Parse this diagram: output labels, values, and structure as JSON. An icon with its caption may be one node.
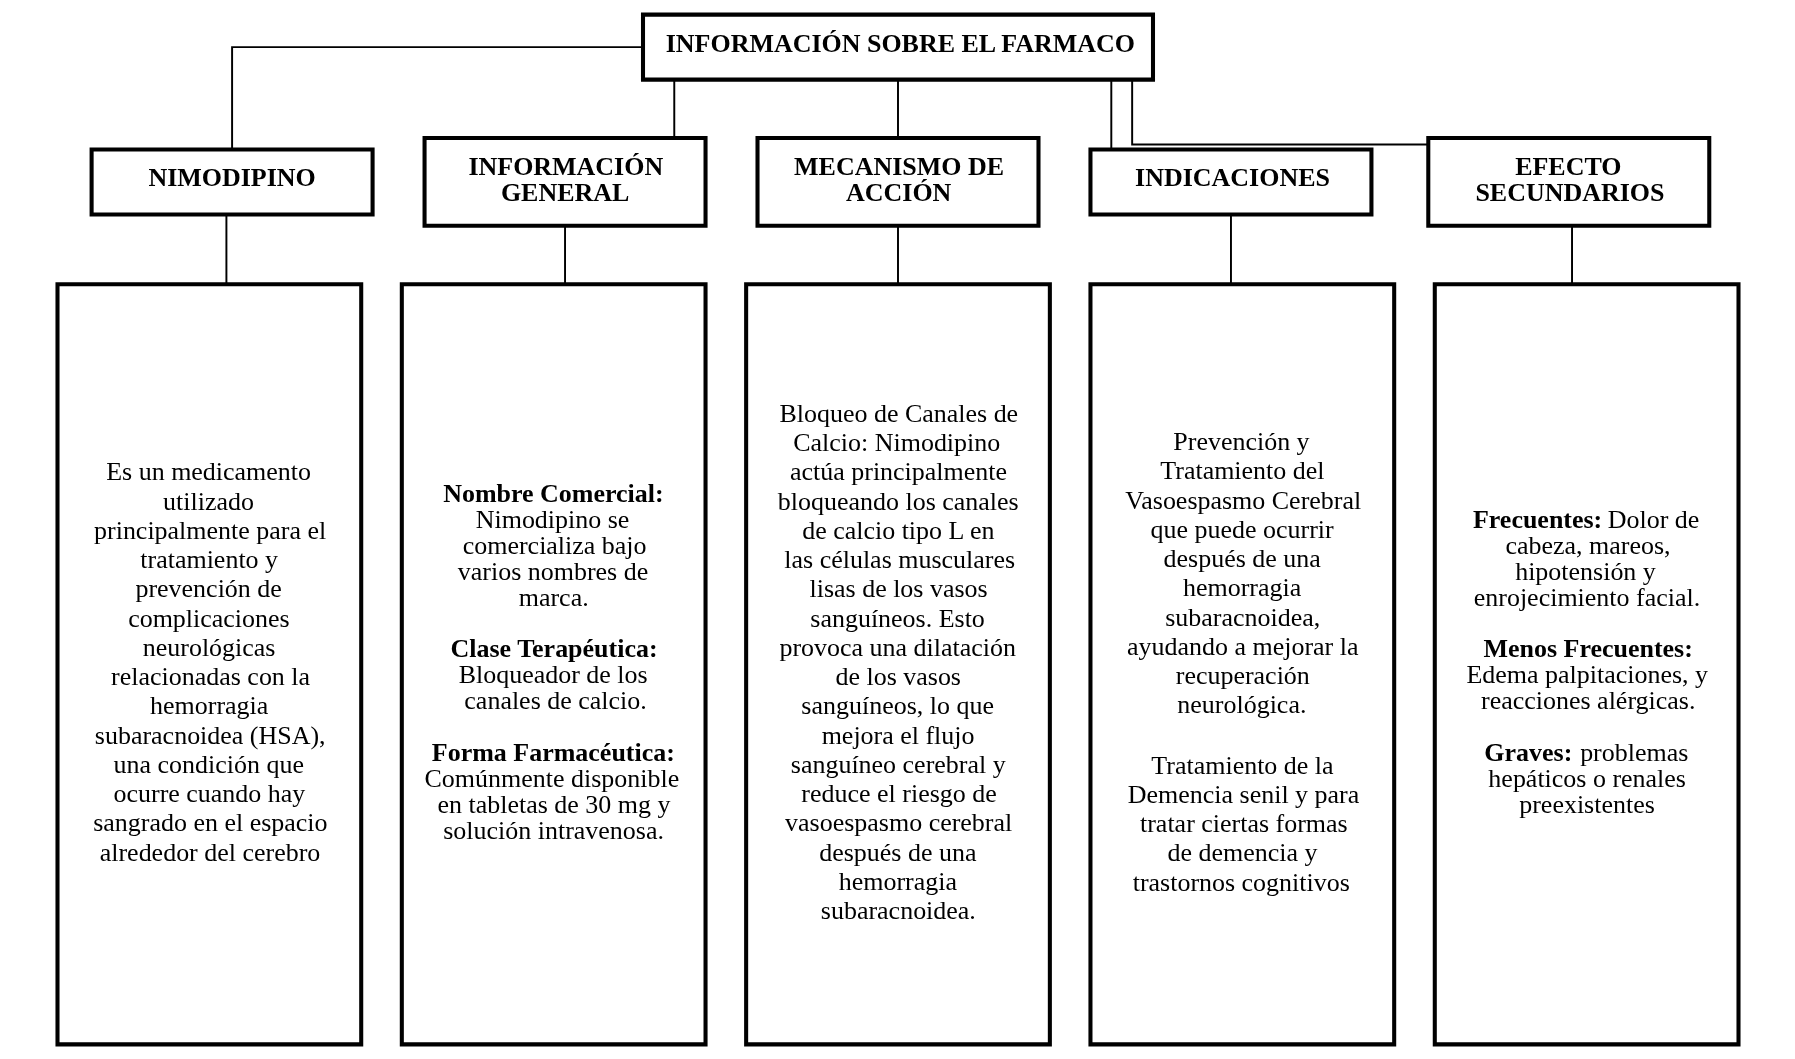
{
  "diagram": {
    "nodes": [
      {
        "text": [
          "INFORMACIÓN SOBRE EL FARMACO"
        ]
      },
      {
        "text": [
          "NIMODIPINO"
        ]
      },
      {
        "text": [
          "INFORMACIÓN GENERAL"
        ]
      },
      {
        "text": [
          "MECANISMO DE ACCIÓN"
        ]
      },
      {
        "text": [
          "INDICACIONES"
        ]
      },
      {
        "text": [
          "EFECTO SECUNDARIOS"
        ]
      },
      {
        "text": [
          "Es un medicamento utilizado principalmente para el tratamiento y prevención de complicaciones neurológicas relacionadas con la hemorragia subaracnoidea (HSA), una condición que ocurre cuando hay sangrado en el espacio alrededor del cerebro"
        ]
      },
      {
        "text": [
          "**Nombre Comercial:** Nimodipino se comercializa bajo varios nombres de marca.",
          "**Clase Terapéutica:** Bloqueador de los canales de calcio.",
          "**Forma Farmacéutica:** Comúnmente disponible en tabletas de 30 mg y solución intravenosa."
        ]
      },
      {
        "text": [
          "Bloqueo de Canales de Calcio: Nimodipino actúa principalmente bloqueando los canales de calcio tipo L en las células musculares lisas de los vasos sanguíneos. Esto provoca una dilatación de los vasos sanguíneos, lo que mejora el flujo sanguíneo cerebral y reduce el riesgo de vasoespasmo cerebral después de una hemorragia subaracnoidea."
        ]
      },
      {
        "text": [
          "Prevención y Tratamiento del Vasoespasmo Cerebral que puede ocurrir después de una hemorragia subaracnoidea, ayudando a mejorar la recuperación neurológica.",
          "Tratamiento de la Demencia senil y para tratar ciertas formas de demencia y trastornos cognitivos"
        ]
      },
      {
        "text": [
          "**Frecuentes:** Dolor de cabeza, mareos, hipotensión y enrojecimiento facial.",
          "**Menos Frecuentes:** Edema palpitaciones, y reacciones alérgicas.",
          "**Graves:** problemas hepáticos o renales preexistentes"
        ]
      }
    ],
    "edges": [
      {
        "from": 0,
        "to": 1,
        "arrow": "none"
      },
      {
        "from": 0,
        "to": 2,
        "arrow": "none"
      },
      {
        "from": 0,
        "to": 3,
        "arrow": "none"
      },
      {
        "from": 0,
        "to": 4,
        "arrow": "none"
      },
      {
        "from": 0,
        "to": 5,
        "arrow": "none"
      },
      {
        "from": 1,
        "to": 6,
        "arrow": "none"
      },
      {
        "from": 2,
        "to": 7,
        "arrow": "none"
      },
      {
        "from": 3,
        "to": 8,
        "arrow": "none"
      },
      {
        "from": 4,
        "to": 9,
        "arrow": "none"
      },
      {
        "from": 5,
        "to": 10,
        "arrow": "none"
      }
    ]
  }
}
